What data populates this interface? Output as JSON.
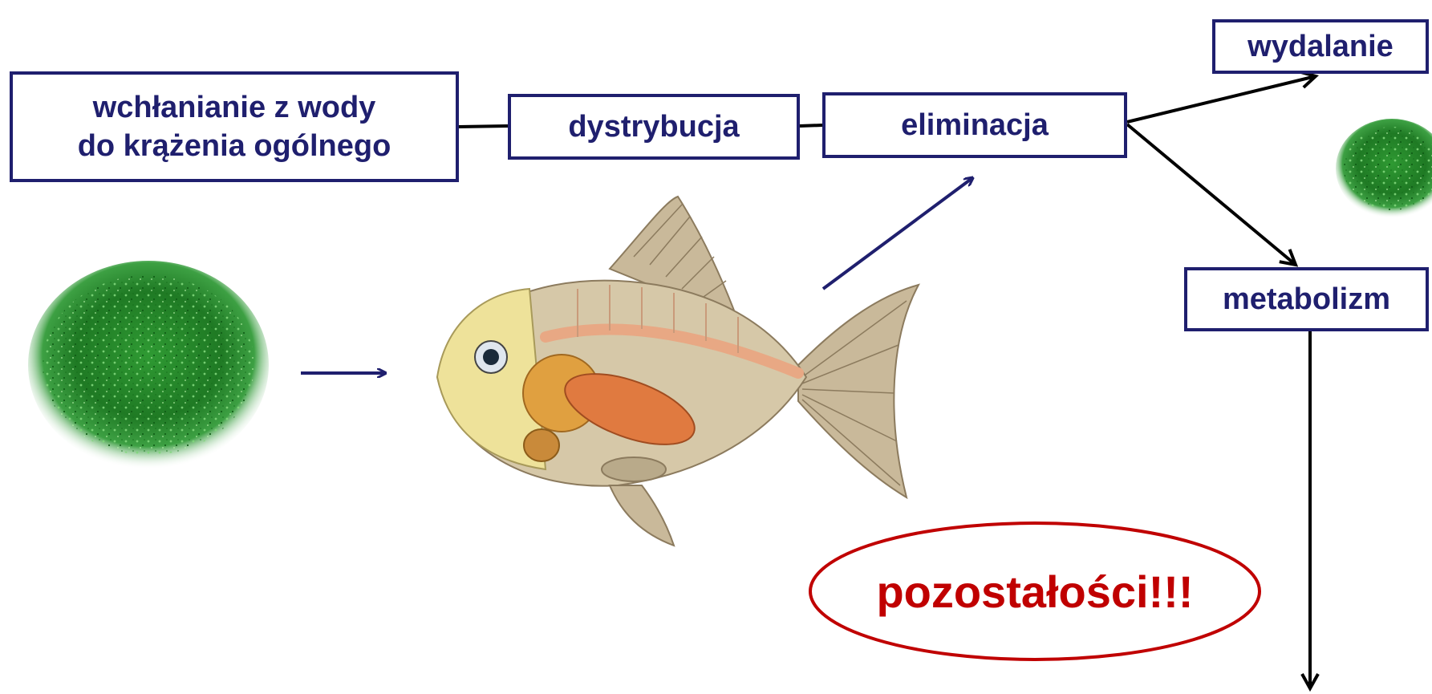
{
  "colors": {
    "box_border": "#1f1f6e",
    "box_text": "#1f1f6e",
    "residue_red": "#c00000",
    "powder_green": "#2e8b2e"
  },
  "boxes": {
    "absorption": {
      "line1": "wchłanianie z wody",
      "line2": "do krążenia ogólnego"
    },
    "distribution": "dystrybucja",
    "elimination": "eliminacja",
    "excretion": "wydalanie",
    "metabolism": "metabolizm"
  },
  "residues": "pozostałości!!!",
  "images": {
    "powder_large": "green-powder-image",
    "powder_small": "green-powder-image",
    "fish": "fish-anatomy-image"
  }
}
